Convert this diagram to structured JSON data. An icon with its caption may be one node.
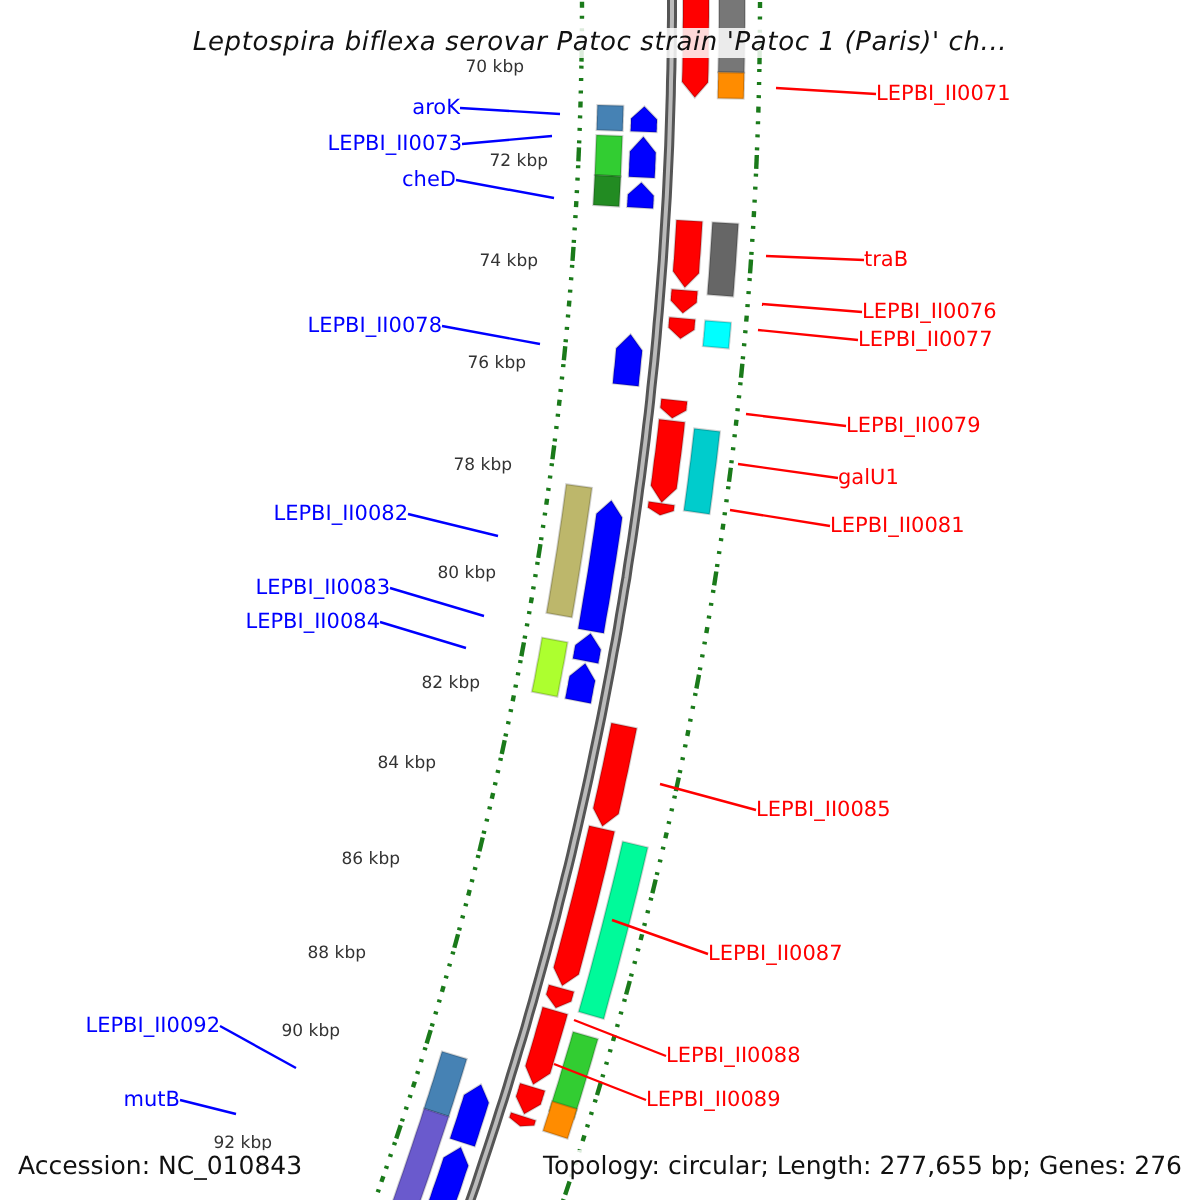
{
  "diagram": {
    "title": "Leptospira biflexa serovar Patoc strain 'Patoc 1 (Paris)' ch...",
    "nodes": [
      {
        "text": [
          "LEPBI_II0071"
        ]
      },
      {
        "text": [
          "aroK"
        ]
      },
      {
        "text": [
          "LEPBI_II0073"
        ]
      },
      {
        "text": [
          "cheD"
        ]
      },
      {
        "text": [
          "traB"
        ]
      },
      {
        "text": [
          "LEPBI_II0076"
        ]
      },
      {
        "text": [
          "LEPBI_II0078"
        ]
      },
      {
        "text": [
          "LEPBI_II0077"
        ]
      },
      {
        "text": [
          "LEPBI_II0079"
        ]
      },
      {
        "text": [
          "galU1"
        ]
      },
      {
        "text": [
          "LEPBI_II0082"
        ]
      },
      {
        "text": [
          "LEPBI_II0081"
        ]
      },
      {
        "text": [
          "LEPBI_II0083"
        ]
      },
      {
        "text": [
          "LEPBI_II0084"
        ]
      },
      {
        "text": [
          "LEPBI_II0085"
        ]
      },
      {
        "text": [
          "LEPBI_II0087"
        ]
      },
      {
        "text": [
          "LEPBI_II0092"
        ]
      },
      {
        "text": [
          "LEPBI_II0088"
        ]
      },
      {
        "text": [
          "mutB"
        ]
      },
      {
        "text": [
          "LEPBI_II0089"
        ]
      }
    ],
    "edges": [
      {
        "from": 0,
        "to": null,
        "arrow": "none"
      },
      {
        "from": 1,
        "to": null,
        "arrow": "none",
        "color": "#0000ff"
      },
      {
        "from": 2,
        "to": null,
        "arrow": "none",
        "color": "#0000ff"
      },
      {
        "from": 3,
        "to": null,
        "arrow": "none",
        "color": "#0000ff"
      },
      {
        "from": 4,
        "to": null,
        "arrow": "none"
      },
      {
        "from": 5,
        "to": null,
        "arrow": "none"
      },
      {
        "from": 6,
        "to": null,
        "arrow": "none",
        "color": "#0000ff"
      },
      {
        "from": 7,
        "to": null,
        "arrow": "none"
      },
      {
        "from": 8,
        "to": null,
        "arrow": "none"
      },
      {
        "from": 9,
        "to": null,
        "arrow": "none"
      },
      {
        "from": 10,
        "to": null,
        "arrow": "none",
        "color": "#0000ff"
      },
      {
        "from": 11,
        "to": null,
        "arrow": "none"
      },
      {
        "from": 12,
        "to": null,
        "arrow": "none",
        "color": "#0000ff"
      },
      {
        "from": 13,
        "to": null,
        "arrow": "none",
        "color": "#0000ff"
      },
      {
        "from": 14,
        "to": null,
        "arrow": "none"
      },
      {
        "from": 15,
        "to": null,
        "arrow": "none"
      },
      {
        "from": 16,
        "to": null,
        "arrow": "none",
        "color": "#0000ff"
      },
      {
        "from": 17,
        "to": null,
        "arrow": "none"
      },
      {
        "from": 18,
        "to": null,
        "arrow": "none",
        "color": "#0000ff"
      },
      {
        "from": 19,
        "to": null,
        "arrow": "none"
      }
    ],
    "labels": [
      "70 kbp",
      "72 kbp",
      "74 kbp",
      "76 kbp",
      "78 kbp",
      "80 kbp",
      "82 kbp",
      "84 kbp",
      "86 kbp",
      "88 kbp",
      "90 kbp",
      "92 kbp",
      "Accession: NC_010843",
      "Topology: circular; Length: 277,655 bp; Genes: 276"
    ]
  }
}
